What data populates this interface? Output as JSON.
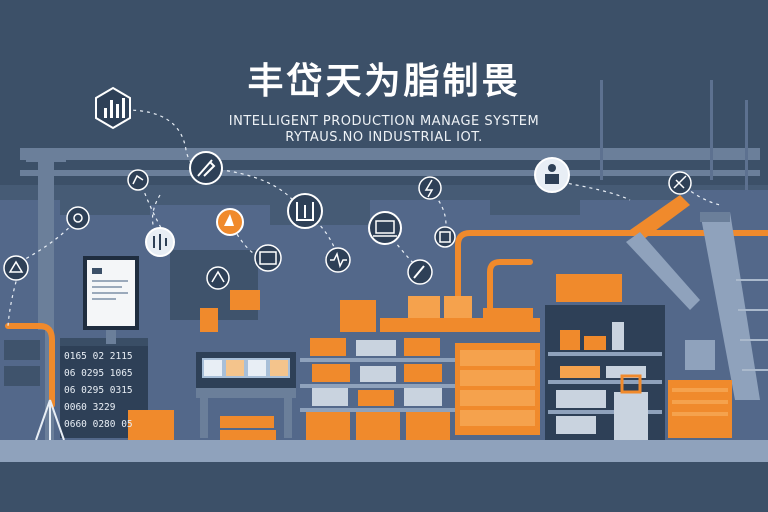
{
  "header": {
    "title": "丰岱天为脂制畏",
    "subtitle_line1": "INTELLIGENT PRODUCTION MANAGE SYSTEM",
    "subtitle_line2": "RYTAUS.NO INDUSTRIAL IOT."
  },
  "panel_readout": {
    "rows": [
      "0165 02 2115",
      "06 0295 1065",
      "06 0295 0315",
      "0060 3229",
      "0660 0280 05"
    ]
  },
  "palette": {
    "background": "#3c5068",
    "structure": "#6b7f9a",
    "accent": "#f08a2c",
    "light": "#e8eef5"
  },
  "icons": [
    "chart-icon",
    "tools-icon",
    "robot-arm-icon",
    "gear-icon",
    "hand-icon",
    "document-icon",
    "bulb-icon",
    "camera-icon",
    "server-icon",
    "layers-icon",
    "pulse-icon",
    "laptop-icon",
    "lightning-icon",
    "box-icon",
    "wrench-icon",
    "worker-icon",
    "robot-icon",
    "folder-icon"
  ]
}
